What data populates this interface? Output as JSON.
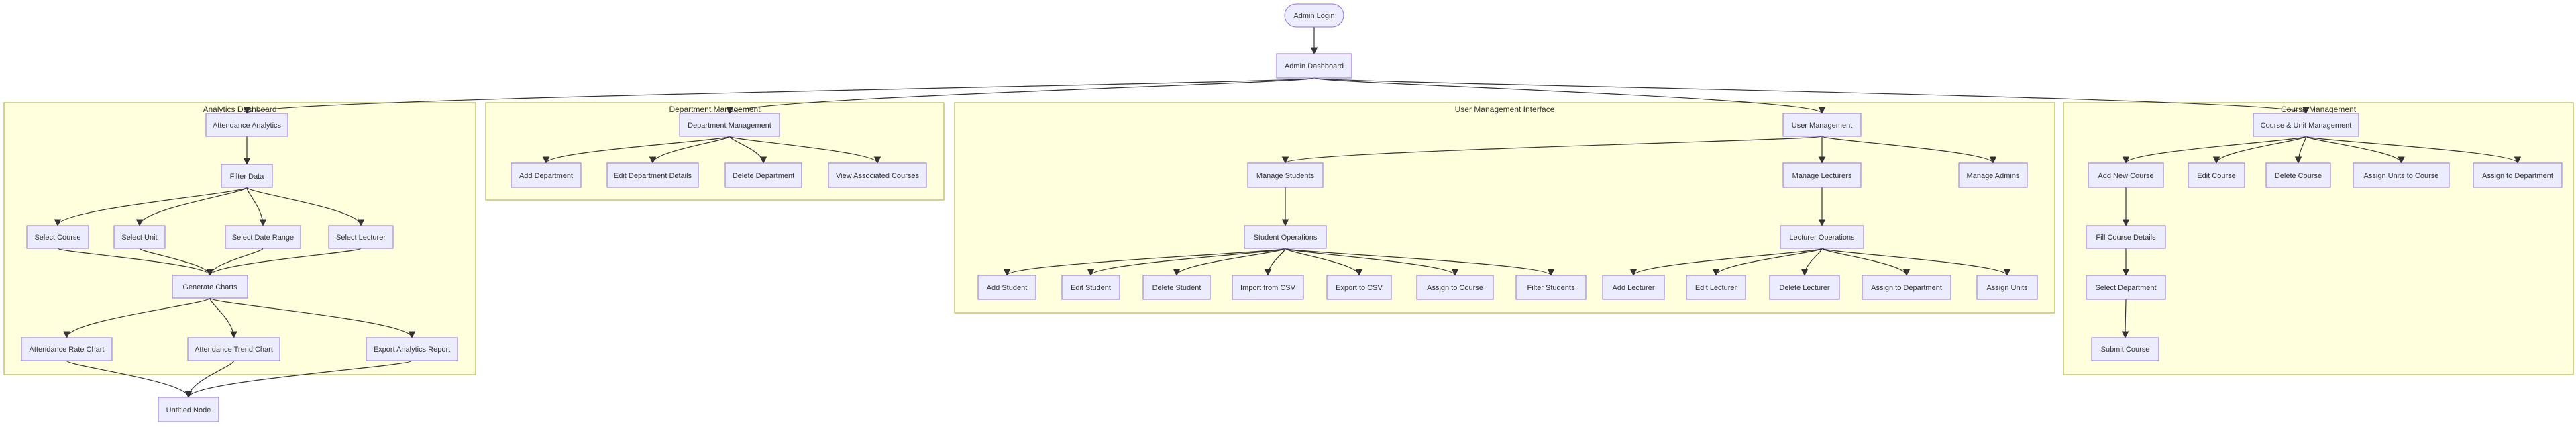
{
  "colors": {
    "node_fill": "#ececff",
    "node_stroke": "#9370db",
    "cluster_fill": "#ffffde",
    "cluster_stroke": "#aaaa33",
    "edge": "#333333",
    "text": "#333333"
  },
  "clusters": [
    {
      "id": "analytics",
      "label": "Analytics Dashboard"
    },
    {
      "id": "dept",
      "label": "Department Management"
    },
    {
      "id": "users",
      "label": "User Management Interface"
    },
    {
      "id": "course",
      "label": "Course Management"
    }
  ],
  "nodes": [
    {
      "id": "admin_login",
      "label": "Admin Login",
      "shape": "stadium"
    },
    {
      "id": "admin_dashboard",
      "label": "Admin Dashboard"
    },
    {
      "id": "attendance_analytics",
      "label": "Attendance Analytics",
      "cluster": "analytics"
    },
    {
      "id": "filter_data",
      "label": "Filter Data",
      "cluster": "analytics"
    },
    {
      "id": "select_course",
      "label": "Select Course",
      "cluster": "analytics"
    },
    {
      "id": "select_unit",
      "label": "Select Unit",
      "cluster": "analytics"
    },
    {
      "id": "select_date_range",
      "label": "Select Date Range",
      "cluster": "analytics"
    },
    {
      "id": "select_lecturer",
      "label": "Select Lecturer",
      "cluster": "analytics"
    },
    {
      "id": "generate_charts",
      "label": "Generate Charts",
      "cluster": "analytics"
    },
    {
      "id": "attendance_rate_chart",
      "label": "Attendance Rate Chart",
      "cluster": "analytics"
    },
    {
      "id": "attendance_trend_chart",
      "label": "Attendance Trend Chart",
      "cluster": "analytics"
    },
    {
      "id": "export_analytics_report",
      "label": "Export Analytics Report",
      "cluster": "analytics"
    },
    {
      "id": "untitled_node",
      "label": "Untitled Node"
    },
    {
      "id": "department_management",
      "label": "Department Management",
      "cluster": "dept"
    },
    {
      "id": "add_department",
      "label": "Add Department",
      "cluster": "dept"
    },
    {
      "id": "edit_department_details",
      "label": "Edit Department Details",
      "cluster": "dept"
    },
    {
      "id": "delete_department",
      "label": "Delete Department",
      "cluster": "dept"
    },
    {
      "id": "view_associated_courses",
      "label": "View Associated Courses",
      "cluster": "dept"
    },
    {
      "id": "user_management",
      "label": "User Management",
      "cluster": "users"
    },
    {
      "id": "manage_students",
      "label": "Manage Students",
      "cluster": "users"
    },
    {
      "id": "manage_lecturers",
      "label": "Manage Lecturers",
      "cluster": "users"
    },
    {
      "id": "manage_admins",
      "label": "Manage Admins",
      "cluster": "users"
    },
    {
      "id": "student_operations",
      "label": "Student Operations",
      "cluster": "users"
    },
    {
      "id": "lecturer_operations",
      "label": "Lecturer Operations",
      "cluster": "users"
    },
    {
      "id": "add_student",
      "label": "Add Student",
      "cluster": "users"
    },
    {
      "id": "edit_student",
      "label": "Edit Student",
      "cluster": "users"
    },
    {
      "id": "delete_student",
      "label": "Delete Student",
      "cluster": "users"
    },
    {
      "id": "import_from_csv",
      "label": "Import from CSV",
      "cluster": "users"
    },
    {
      "id": "export_to_csv",
      "label": "Export to CSV",
      "cluster": "users"
    },
    {
      "id": "assign_to_course",
      "label": "Assign to Course",
      "cluster": "users"
    },
    {
      "id": "filter_students",
      "label": "Filter Students",
      "cluster": "users"
    },
    {
      "id": "add_lecturer",
      "label": "Add Lecturer",
      "cluster": "users"
    },
    {
      "id": "edit_lecturer",
      "label": "Edit Lecturer",
      "cluster": "users"
    },
    {
      "id": "delete_lecturer",
      "label": "Delete Lecturer",
      "cluster": "users"
    },
    {
      "id": "assign_to_department_lecturer",
      "label": "Assign to Department",
      "cluster": "users"
    },
    {
      "id": "assign_units",
      "label": "Assign Units",
      "cluster": "users"
    },
    {
      "id": "course_unit_management",
      "label": "Course & Unit Management",
      "cluster": "course"
    },
    {
      "id": "add_new_course",
      "label": "Add New Course",
      "cluster": "course"
    },
    {
      "id": "edit_course",
      "label": "Edit Course",
      "cluster": "course"
    },
    {
      "id": "delete_course",
      "label": "Delete Course",
      "cluster": "course"
    },
    {
      "id": "assign_units_to_course",
      "label": "Assign Units to Course",
      "cluster": "course"
    },
    {
      "id": "assign_to_department_course",
      "label": "Assign to Department",
      "cluster": "course"
    },
    {
      "id": "fill_course_details",
      "label": "Fill Course Details",
      "cluster": "course"
    },
    {
      "id": "select_department",
      "label": "Select Department",
      "cluster": "course"
    },
    {
      "id": "submit_course",
      "label": "Submit Course",
      "cluster": "course"
    }
  ],
  "edges": [
    [
      "admin_login",
      "admin_dashboard"
    ],
    [
      "admin_dashboard",
      "attendance_analytics"
    ],
    [
      "admin_dashboard",
      "department_management"
    ],
    [
      "admin_dashboard",
      "user_management"
    ],
    [
      "admin_dashboard",
      "course_unit_management"
    ],
    [
      "attendance_analytics",
      "filter_data"
    ],
    [
      "filter_data",
      "select_course"
    ],
    [
      "filter_data",
      "select_unit"
    ],
    [
      "filter_data",
      "select_date_range"
    ],
    [
      "filter_data",
      "select_lecturer"
    ],
    [
      "select_course",
      "generate_charts"
    ],
    [
      "select_unit",
      "generate_charts"
    ],
    [
      "select_date_range",
      "generate_charts"
    ],
    [
      "select_lecturer",
      "generate_charts"
    ],
    [
      "generate_charts",
      "attendance_rate_chart"
    ],
    [
      "generate_charts",
      "attendance_trend_chart"
    ],
    [
      "generate_charts",
      "export_analytics_report"
    ],
    [
      "attendance_rate_chart",
      "untitled_node"
    ],
    [
      "attendance_trend_chart",
      "untitled_node"
    ],
    [
      "export_analytics_report",
      "untitled_node"
    ],
    [
      "department_management",
      "add_department"
    ],
    [
      "department_management",
      "edit_department_details"
    ],
    [
      "department_management",
      "delete_department"
    ],
    [
      "department_management",
      "view_associated_courses"
    ],
    [
      "user_management",
      "manage_students"
    ],
    [
      "user_management",
      "manage_lecturers"
    ],
    [
      "user_management",
      "manage_admins"
    ],
    [
      "manage_students",
      "student_operations"
    ],
    [
      "manage_lecturers",
      "lecturer_operations"
    ],
    [
      "student_operations",
      "add_student"
    ],
    [
      "student_operations",
      "edit_student"
    ],
    [
      "student_operations",
      "delete_student"
    ],
    [
      "student_operations",
      "import_from_csv"
    ],
    [
      "student_operations",
      "export_to_csv"
    ],
    [
      "student_operations",
      "assign_to_course"
    ],
    [
      "student_operations",
      "filter_students"
    ],
    [
      "lecturer_operations",
      "add_lecturer"
    ],
    [
      "lecturer_operations",
      "edit_lecturer"
    ],
    [
      "lecturer_operations",
      "delete_lecturer"
    ],
    [
      "lecturer_operations",
      "assign_to_department_lecturer"
    ],
    [
      "lecturer_operations",
      "assign_units"
    ],
    [
      "course_unit_management",
      "add_new_course"
    ],
    [
      "course_unit_management",
      "edit_course"
    ],
    [
      "course_unit_management",
      "delete_course"
    ],
    [
      "course_unit_management",
      "assign_units_to_course"
    ],
    [
      "course_unit_management",
      "assign_to_department_course"
    ],
    [
      "add_new_course",
      "fill_course_details"
    ],
    [
      "fill_course_details",
      "select_department"
    ],
    [
      "select_department",
      "submit_course"
    ]
  ]
}
